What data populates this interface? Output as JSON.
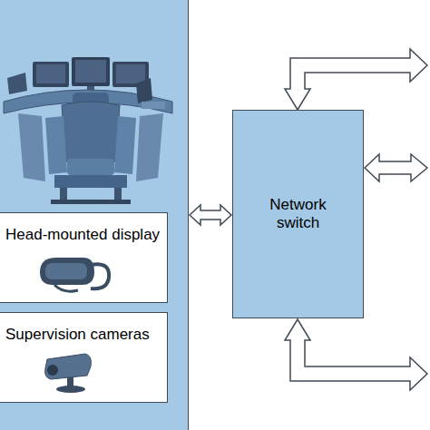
{
  "diagram": {
    "nodes": [
      {
        "text": []
      },
      {
        "text": [
          "Head-mounted display"
        ],
        "in": 0
      },
      {
        "text": [
          "Supervision cameras"
        ],
        "in": 0
      },
      {
        "text": [
          "Network switch"
        ]
      }
    ],
    "edges": [
      {
        "from": 0,
        "to": 3,
        "arrow": "both"
      }
    ]
  }
}
